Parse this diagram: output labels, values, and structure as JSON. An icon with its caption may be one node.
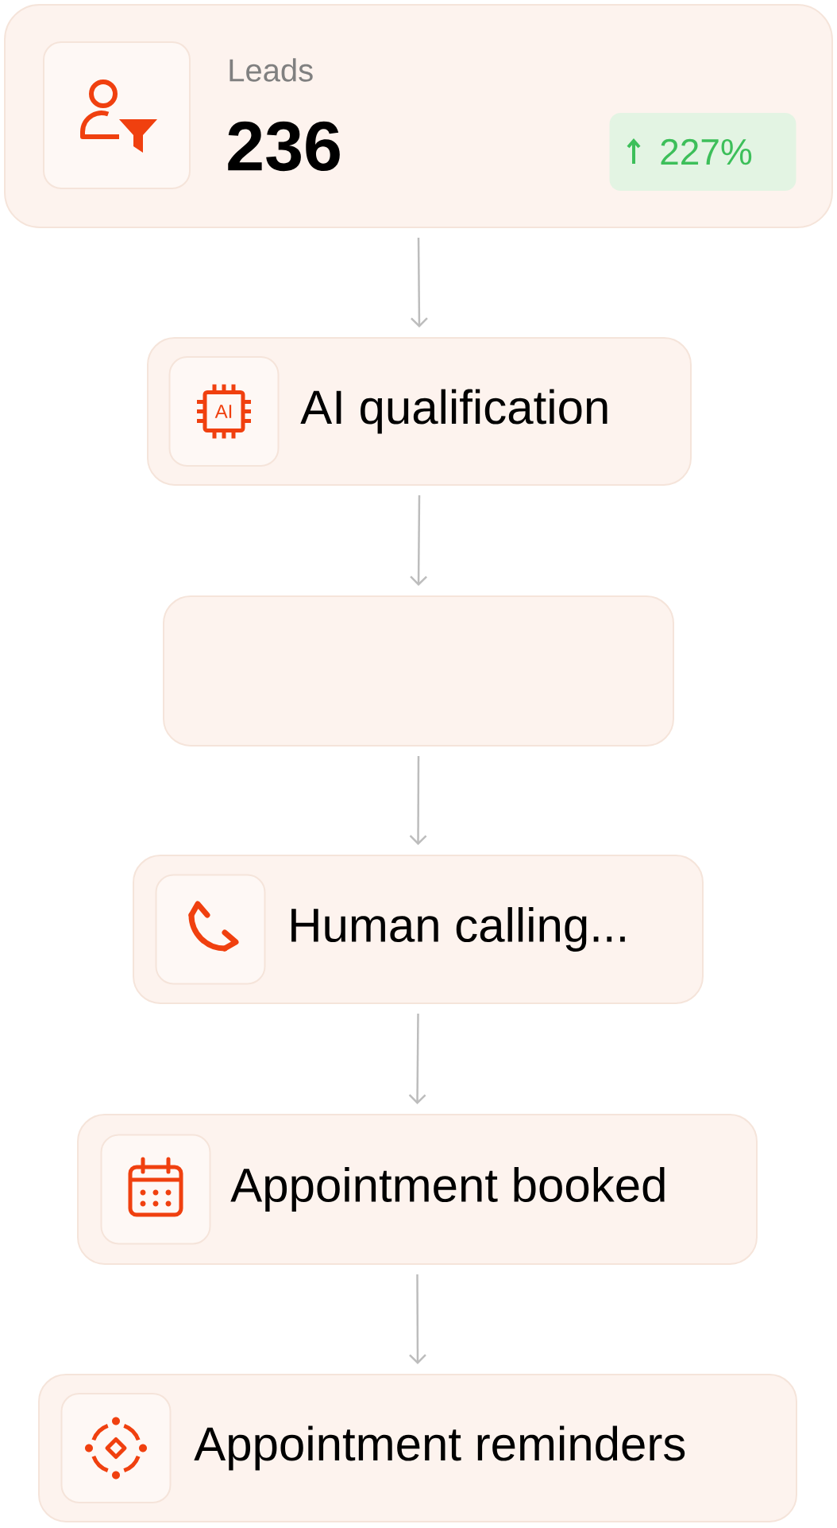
{
  "diagram": {
    "nodes": [
      {
        "text": [
          "Leads",
          "236"
        ]
      },
      {
        "text": [
          "227%"
        ],
        "in": 0
      },
      {
        "text": [
          "AI qualification"
        ]
      },
      {
        "text": [],
        "shape": "box"
      },
      {
        "text": [
          "Human calling..."
        ]
      },
      {
        "text": [
          "Appointment booked"
        ]
      },
      {
        "text": [
          "Appointment reminders"
        ]
      }
    ],
    "edges": [
      {
        "from": 0,
        "to": 2,
        "arrow": "to"
      },
      {
        "from": 2,
        "to": 3,
        "arrow": "to"
      },
      {
        "from": 3,
        "to": 4,
        "arrow": "to"
      },
      {
        "from": 4,
        "to": 5,
        "arrow": "to"
      },
      {
        "from": 5,
        "to": 6,
        "arrow": "to"
      }
    ],
    "labels": [
      "AI"
    ]
  }
}
